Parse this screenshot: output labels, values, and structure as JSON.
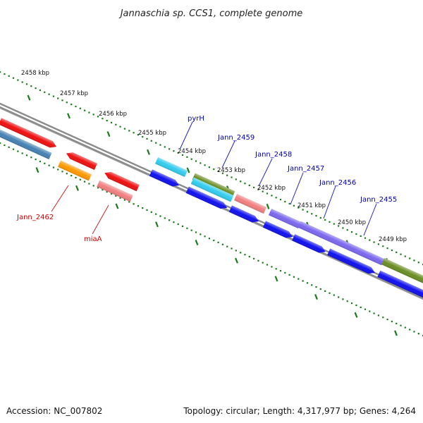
{
  "title": "Jannaschia sp. CCS1, complete genome",
  "footer": {
    "accession": "Accession: NC_007802",
    "summary": "Topology: circular; Length: 4,317,977 bp; Genes: 4,264"
  },
  "ruler": {
    "kbp_labels": [
      "2458 kbp",
      "2457 kbp",
      "2456 kbp",
      "2455 kbp",
      "2454 kbp",
      "2453 kbp",
      "2452 kbp",
      "2451 kbp",
      "2450 kbp",
      "2449 kbp"
    ]
  },
  "gene_labels": [
    {
      "text": "pyrH",
      "color": "#0000aa"
    },
    {
      "text": "Jann_2459",
      "color": "#0000aa"
    },
    {
      "text": "Jann_2458",
      "color": "#0000aa"
    },
    {
      "text": "Jann_2457",
      "color": "#0000aa"
    },
    {
      "text": "Jann_2456",
      "color": "#0000aa"
    },
    {
      "text": "Jann_2455",
      "color": "#0000aa"
    },
    {
      "text": "Jann_2462",
      "color": "#cc0000"
    },
    {
      "text": "miaA",
      "color": "#cc0000"
    }
  ],
  "colors": {
    "backbone": "#888888",
    "dots": "#1a7a1a",
    "red": "#ee1111",
    "steel_blue": "#4682b4",
    "orange": "#ff9900",
    "salmon": "#f08080",
    "cyan": "#33ccee",
    "blue": "#1111ee",
    "olive": "#6b8e23",
    "slate": "#7b68ee"
  }
}
